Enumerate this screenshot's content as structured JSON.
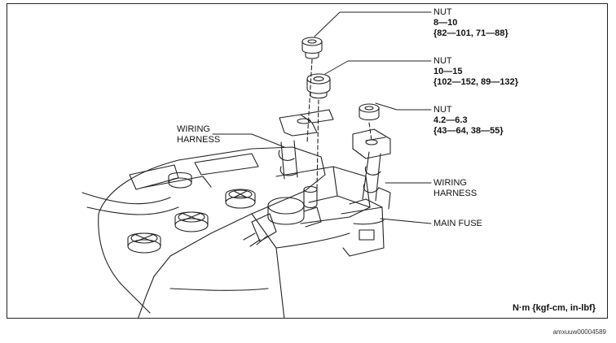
{
  "labels": {
    "nut_top": {
      "name": "NUT",
      "range": "8—10",
      "alt": "{82—101, 71—88}"
    },
    "nut_mid": {
      "name": "NUT",
      "range": "10—15",
      "alt": "{102—152, 89—132}"
    },
    "nut_right": {
      "name": "NUT",
      "range": "4.2—6.3",
      "alt": "{43—64, 38—55}"
    },
    "wiring_left": {
      "line1": "WIRING",
      "line2": "HARNESS"
    },
    "wiring_right": {
      "line1": "WIRING",
      "line2": "HARNESS"
    },
    "main_fuse": "MAIN FUSE"
  },
  "units": "N·m {kgf-cm, in-lbf}",
  "image_code": "amxuuw00004589"
}
